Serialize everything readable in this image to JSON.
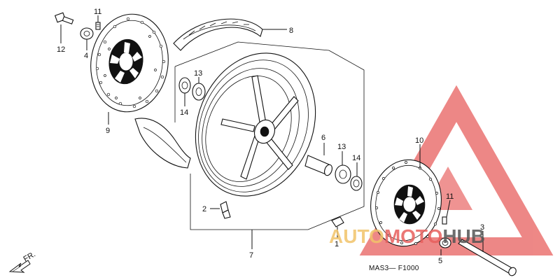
{
  "diagram": {
    "part_labels": {
      "p1": "1",
      "p2": "2",
      "p3": "3",
      "p4": "4",
      "p5": "5",
      "p6": "6",
      "p7": "7",
      "p8": "8",
      "p9": "9",
      "p10": "10",
      "p11_top": "11",
      "p11_right": "11",
      "p12": "12",
      "p13_left": "13",
      "p13_right": "13",
      "p14_left": "14",
      "p14_right": "14"
    },
    "diagram_code": "MAS3— F1000",
    "direction_label": "FR.",
    "watermark": {
      "text_part1": "AUTO",
      "text_part2": "MOTO",
      "text_part3": "HUB",
      "colors": {
        "triangle": "#e8605e",
        "auto": "#f2c46a",
        "moto": "#e8605e",
        "hub": "#555555"
      }
    }
  }
}
